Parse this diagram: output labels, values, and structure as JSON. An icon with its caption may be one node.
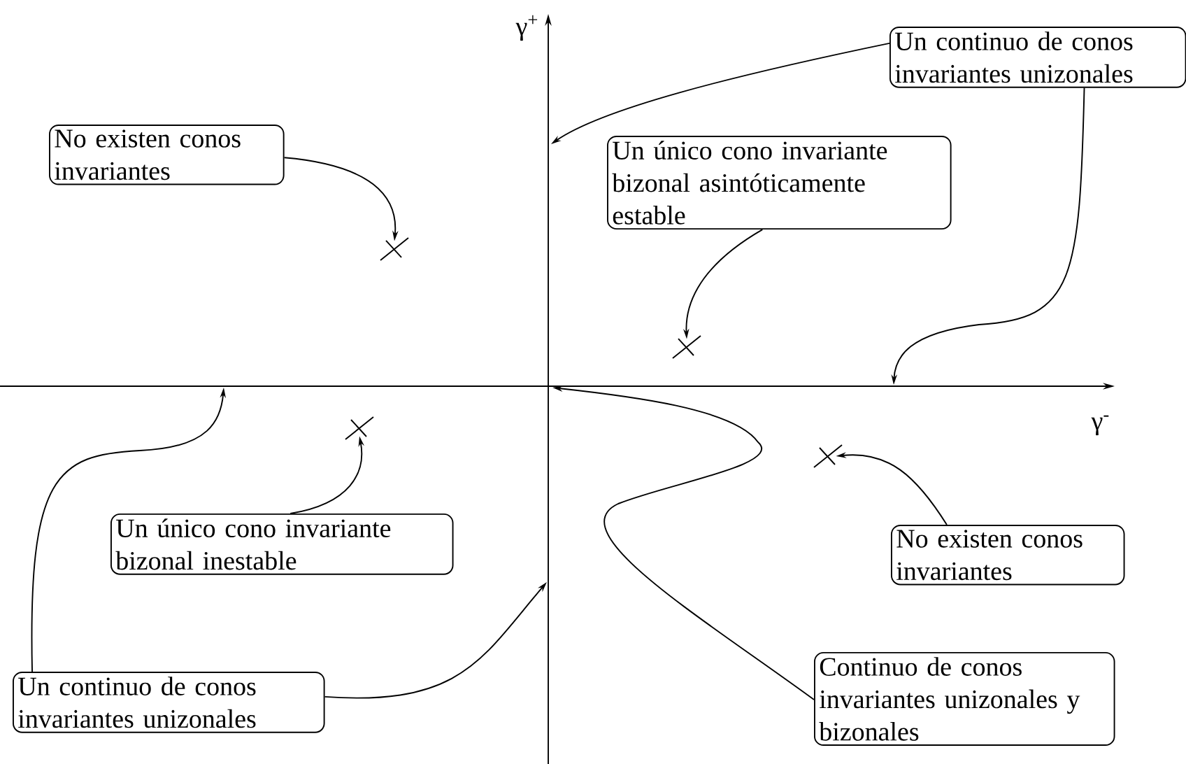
{
  "diagram": {
    "nodes": [
      {
        "text": [
          "Un continuo de conos invariantes unizonales"
        ]
      },
      {
        "text": [
          "No existen conos invariantes"
        ]
      },
      {
        "text": [
          "Un único cono invariante bizonal asintóticamente estable"
        ]
      },
      {
        "text": [],
        "shape": "cross"
      },
      {
        "text": [],
        "shape": "cross"
      },
      {
        "text": [],
        "shape": "cross"
      },
      {
        "text": [],
        "shape": "cross"
      },
      {
        "text": [
          "Un único cono invariante bizonal inestable"
        ]
      },
      {
        "text": [
          "No existen conos invariantes"
        ]
      },
      {
        "text": [
          "Un continuo de conos invariantes unizonales"
        ]
      },
      {
        "text": [
          "Continuo de conos invariantes unizonales y bizonales"
        ]
      }
    ],
    "edges": [
      {
        "from": 0,
        "to": null,
        "arrow": "to"
      },
      {
        "from": 0,
        "to": null,
        "arrow": "to"
      },
      {
        "from": 1,
        "to": 3,
        "arrow": "to"
      },
      {
        "from": 2,
        "to": 4,
        "arrow": "to"
      },
      {
        "from": 7,
        "to": 5,
        "arrow": "to"
      },
      {
        "from": 8,
        "to": 6,
        "arrow": "to"
      },
      {
        "from": 9,
        "to": null,
        "arrow": "to"
      },
      {
        "from": 9,
        "to": null,
        "arrow": "to"
      },
      {
        "from": 10,
        "to": null,
        "arrow": "to"
      }
    ],
    "labels": [
      "γ$^{+}$",
      "γ$^{-}$"
    ]
  }
}
